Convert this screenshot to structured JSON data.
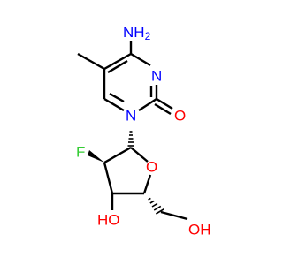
{
  "structure": {
    "atoms": {
      "amino": "NH",
      "amino_subscript": "2",
      "ring_n3": "N",
      "ring_n1": "N",
      "carbonyl_o": "O",
      "fluorine": "F",
      "ring_o": "O",
      "hydroxyl_3": "HO",
      "hydroxyl_5": "OH"
    },
    "colors": {
      "nitrogen": "#0000ff",
      "oxygen": "#ff0000",
      "fluorine": "#33cc33",
      "carbon_bond": "#000000",
      "background": "#ffffff"
    }
  }
}
